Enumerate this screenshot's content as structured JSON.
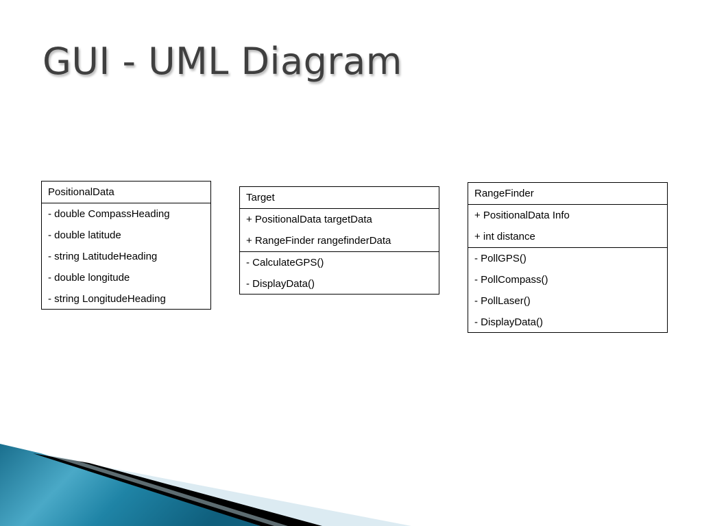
{
  "slide": {
    "title": "GUI - UML Diagram"
  },
  "classes": [
    {
      "name": "PositionalData",
      "attributes": [
        "- double CompassHeading",
        "- double latitude",
        "- string LatitudeHeading",
        "- double longitude",
        "- string LongitudeHeading"
      ],
      "operations": []
    },
    {
      "name": "Target",
      "attributes": [
        "+ PositionalData targetData",
        "+ RangeFinder rangefinderData"
      ],
      "operations": [
        "- CalculateGPS()",
        "- DisplayData()"
      ]
    },
    {
      "name": "RangeFinder",
      "attributes": [
        "+ PositionalData Info",
        "+ int distance"
      ],
      "operations": [
        "- PollGPS()",
        "- PollCompass()",
        "- PollLaser()",
        "- DisplayData()"
      ]
    }
  ],
  "colors": {
    "title": "#3f3f3f",
    "border": "#000000",
    "wave_dark": "#1f7f9e",
    "wave_mid": "#5fb6d0",
    "wave_light": "#dcebf2",
    "stripe": "#000000"
  }
}
